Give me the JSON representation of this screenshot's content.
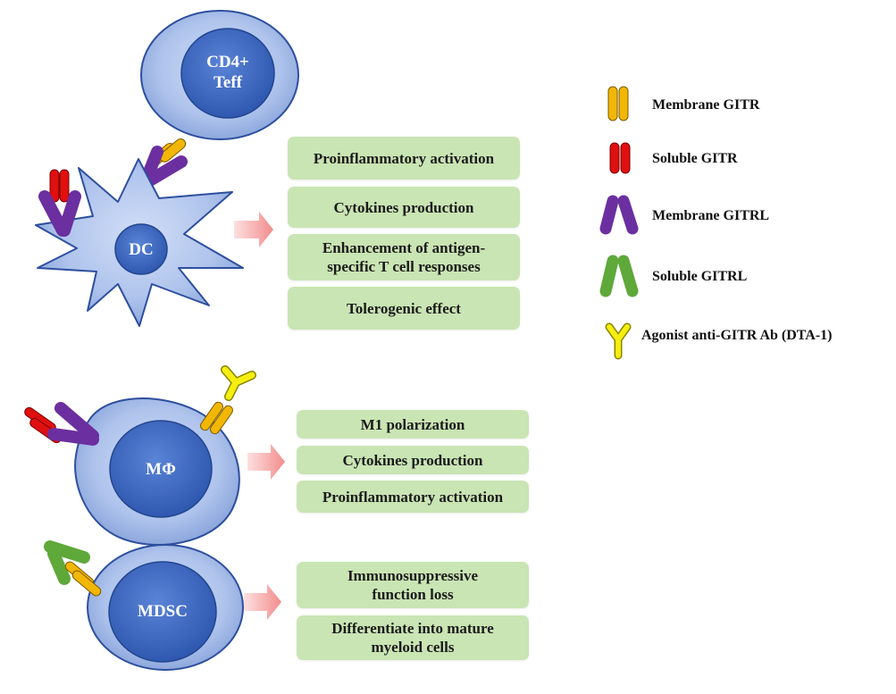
{
  "cells": {
    "teff": "CD4+\nTeff",
    "dc": "DC",
    "macrophage": "MΦ",
    "mdsc": "MDSC"
  },
  "dc_effects": [
    "Proinflammatory activation",
    "Cytokines production",
    "Enhancement of antigen-\nspecific  T cell responses",
    "Tolerogenic effect"
  ],
  "macrophage_effects": [
    "M1 polarization",
    "Cytokines production",
    "Proinflammatory activation"
  ],
  "mdsc_effects": [
    "Immunosuppressive\nfunction loss",
    "Differentiate into mature\nmyeloid cells"
  ],
  "legend": [
    {
      "label": "Membrane GITR",
      "icon": "membrane-gitr-icon",
      "color": "#f2b705"
    },
    {
      "label": "Soluble GITR",
      "icon": "soluble-gitr-icon",
      "color": "#e01010"
    },
    {
      "label": "Membrane GITRL",
      "icon": "membrane-gitrl-icon",
      "color": "#6b2fa0"
    },
    {
      "label": "Soluble GITRL",
      "icon": "soluble-gitrl-icon",
      "color": "#5fa83a"
    },
    {
      "label": "Agonist anti-GITR Ab (DTA-1)",
      "icon": "agonist-antibody-icon",
      "color": "#f5ee10"
    }
  ],
  "colors": {
    "cell_outer": "#a9c0ea",
    "nucleus": "#3a66c0",
    "effect_box": "#c9e5b3",
    "arrow": "#f4a0a0"
  }
}
